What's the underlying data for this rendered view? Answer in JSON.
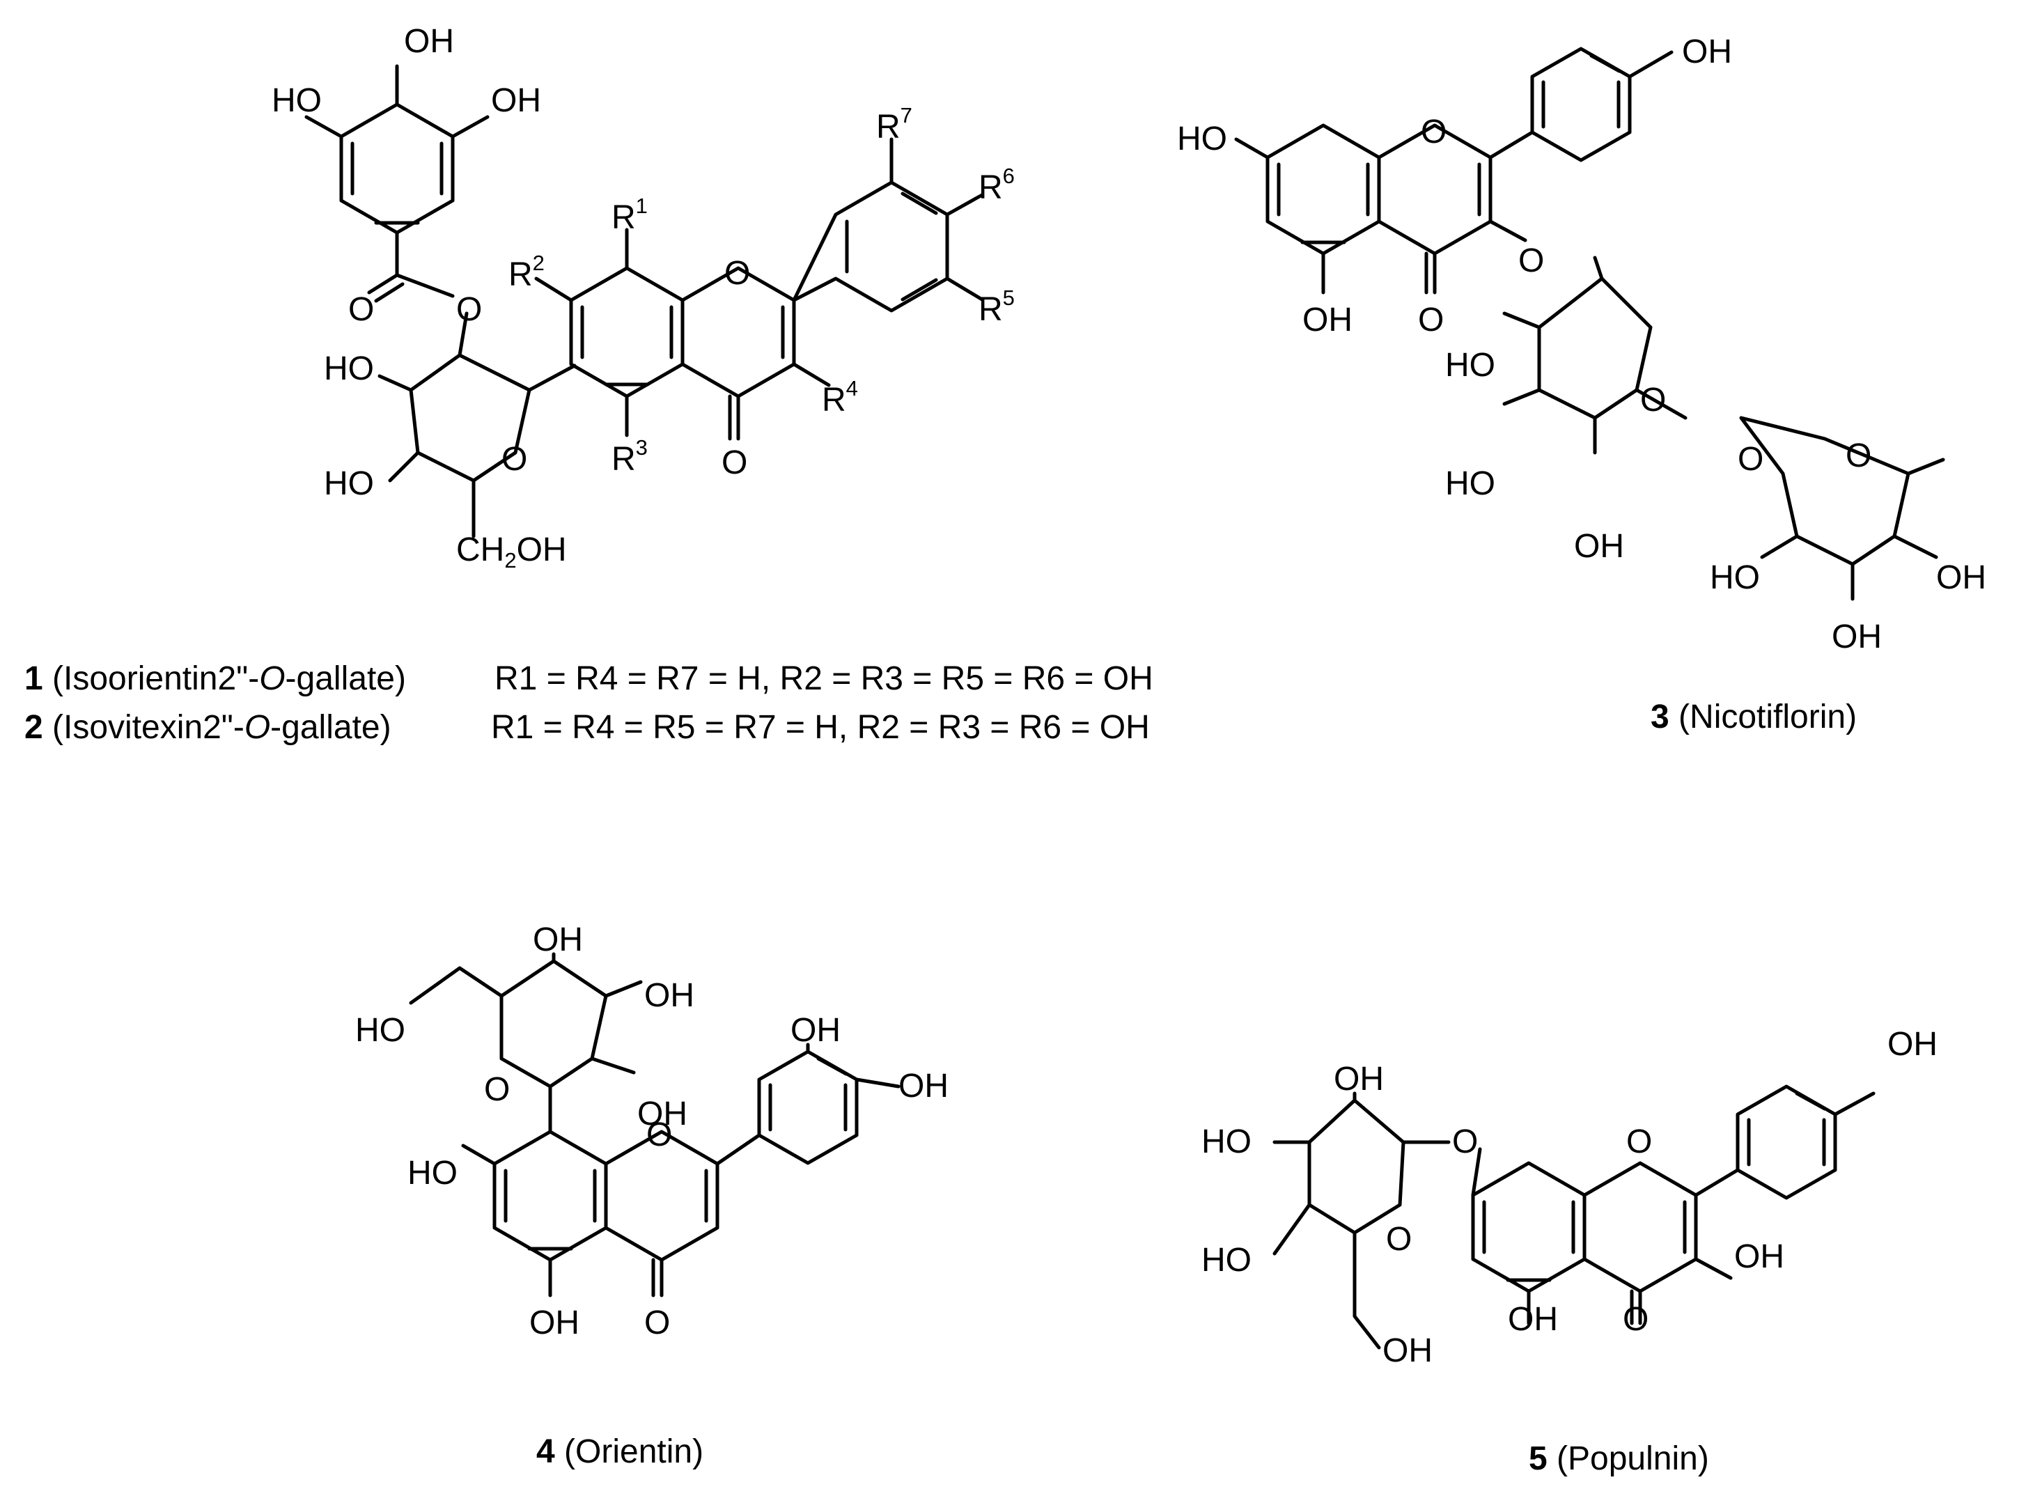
{
  "labels": {
    "oh": "OH",
    "ho": "HO",
    "o": "O",
    "r": "R",
    "ch": "CH",
    "sub2": "2"
  },
  "r_numbers": [
    "1",
    "2",
    "3",
    "4",
    "5",
    "6",
    "7"
  ],
  "captions": {
    "c1": {
      "num": "1",
      "open": " (Isoorientin2\"-",
      "ital": "O",
      "close": "-gallate)",
      "formula": "R1 = R4 = R7 = H, R2 = R3 = R5 = R6 = OH"
    },
    "c2": {
      "num": "2",
      "open": " (Isovitexin2\"-",
      "ital": "O",
      "close": "-gallate)",
      "formula": "R1 = R4 = R5 = R7 = H, R2 = R3 = R6 = OH"
    },
    "c3": {
      "num": "3",
      "name": " (Nicotiflorin)"
    },
    "c4": {
      "num": "4",
      "name": " (Orientin)"
    },
    "c5": {
      "num": "5",
      "name": " (Populnin)"
    }
  },
  "formula_parts": {
    "eq": " = ",
    "h": "H, ",
    "h_end": " = H",
    "oh_end": " = OH"
  }
}
